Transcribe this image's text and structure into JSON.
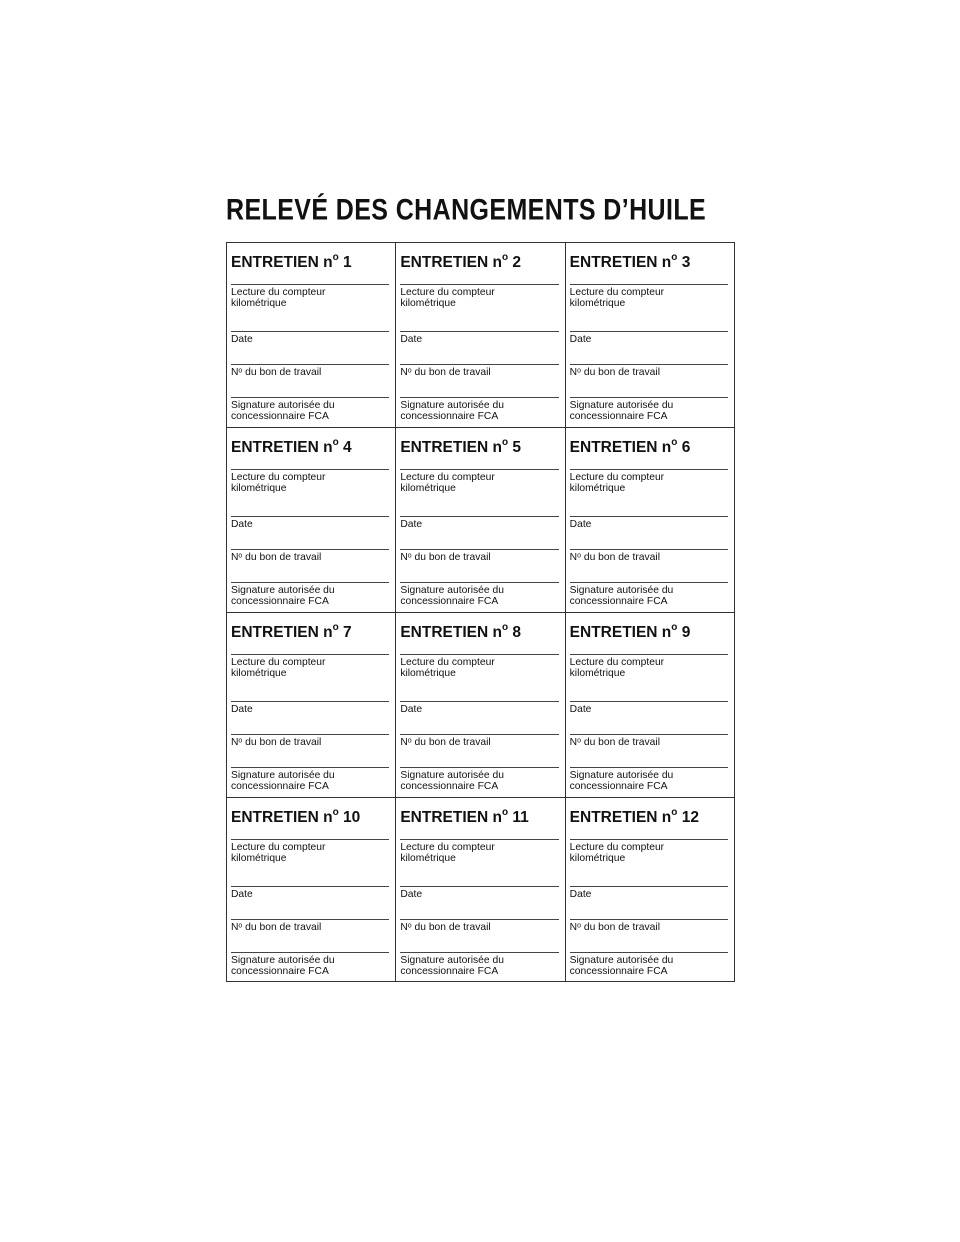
{
  "title": "RELEVÉ DES CHANGEMENTS D’HUILE",
  "labels": {
    "odometer_1": "Lecture du compteur",
    "odometer_2": "kilométrique",
    "date": "Date",
    "work_order": "Nᵒ du bon de travail",
    "signature_1": "Signature autorisée du",
    "signature_2": "concessionnaire FCA"
  },
  "entries": [
    {
      "prefix": "ENTRETIEN n",
      "sup": "o",
      "number": " 1"
    },
    {
      "prefix": "ENTRETIEN n",
      "sup": "o",
      "number": " 2"
    },
    {
      "prefix": "ENTRETIEN n",
      "sup": "o",
      "number": " 3"
    },
    {
      "prefix": "ENTRETIEN n",
      "sup": "o",
      "number": " 4"
    },
    {
      "prefix": "ENTRETIEN n",
      "sup": "o",
      "number": " 5"
    },
    {
      "prefix": "ENTRETIEN n",
      "sup": "o",
      "number": " 6"
    },
    {
      "prefix": "ENTRETIEN n",
      "sup": "o",
      "number": " 7"
    },
    {
      "prefix": "ENTRETIEN n",
      "sup": "o",
      "number": " 8"
    },
    {
      "prefix": "ENTRETIEN n",
      "sup": "o",
      "number": " 9"
    },
    {
      "prefix": "ENTRETIEN n",
      "sup": "o",
      "number": " 10"
    },
    {
      "prefix": "ENTRETIEN n",
      "sup": "o",
      "number": " 11"
    },
    {
      "prefix": "ENTRETIEN n",
      "sup": "o",
      "number": " 12"
    }
  ]
}
